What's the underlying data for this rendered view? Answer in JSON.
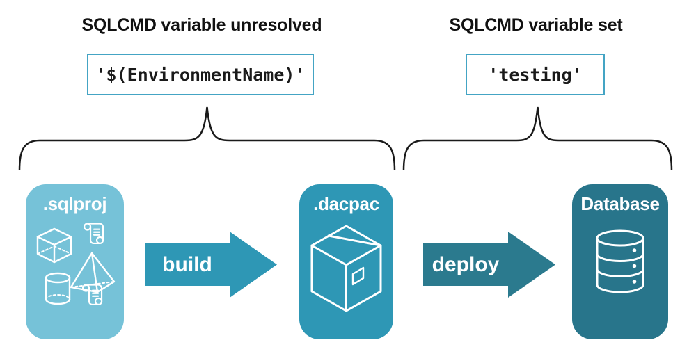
{
  "annotations": [
    {
      "title": "SQLCMD variable unresolved",
      "code": "'$(EnvironmentName)'"
    },
    {
      "title": "SQLCMD variable set",
      "code": "'testing'"
    }
  ],
  "pipeline": {
    "nodes": [
      {
        "label": ".sqlproj",
        "color": "#76c2d8",
        "icon": "sql-project-objects (scroll, cube, pyramid, cylinder, scroll)"
      },
      {
        "label": ".dacpac",
        "color": "#2e97b5",
        "icon": "package-box"
      },
      {
        "label": "Database",
        "color": "#28758b",
        "icon": "database-cylinder"
      }
    ],
    "arrows": [
      {
        "label": "build",
        "color": "#2e97b5"
      },
      {
        "label": "deploy",
        "color": "#2b7a8e"
      }
    ]
  },
  "colors": {
    "code_box_border": "#44a4c4",
    "brace": "#1a1a1a",
    "heading_text": "#111111",
    "icon_stroke": "#ffffff",
    "background": "#ffffff"
  }
}
